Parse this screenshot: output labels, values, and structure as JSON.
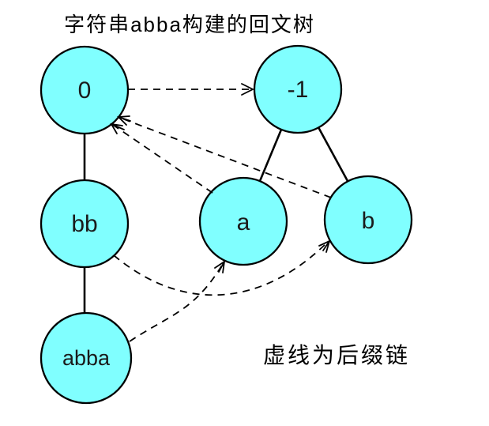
{
  "title": "字符串abba构建的回文树",
  "legend": "虚线为后缀链",
  "colors": {
    "node_fill": "#80FFFF",
    "line": "#000000",
    "background": "#FFFFFF"
  },
  "nodes": {
    "n0": {
      "label": "0"
    },
    "neg1": {
      "label": "-1"
    },
    "bb": {
      "label": "bb"
    },
    "a": {
      "label": "a"
    },
    "b": {
      "label": "b"
    },
    "abba": {
      "label": "abba"
    }
  },
  "edges": {
    "tree": [
      {
        "from": "0",
        "to": "bb"
      },
      {
        "from": "bb",
        "to": "abba"
      },
      {
        "from": "-1",
        "to": "a"
      },
      {
        "from": "-1",
        "to": "b"
      }
    ],
    "suffix_links": [
      {
        "from": "0",
        "to": "-1"
      },
      {
        "from": "a",
        "to": "0"
      },
      {
        "from": "b",
        "to": "0"
      },
      {
        "from": "bb",
        "to": "b"
      },
      {
        "from": "abba",
        "to": "a"
      }
    ]
  }
}
